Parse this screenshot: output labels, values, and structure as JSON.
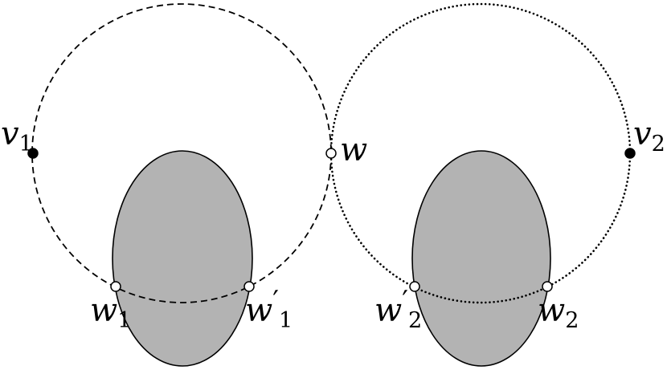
{
  "diagram": {
    "colors": {
      "region_fill": "#b3b3b3",
      "stroke": "#000000",
      "filled_vertex": "#000000",
      "open_vertex": "#ffffff",
      "background": "#ffffff"
    },
    "curve_styles": {
      "left_circle": "dashed",
      "right_circle": "dotted"
    },
    "labels": {
      "v1": {
        "main": "v",
        "sub": "1"
      },
      "v2": {
        "main": "v",
        "sub": "2"
      },
      "w": {
        "main": "w"
      },
      "w1": {
        "main": "w",
        "sub": "1"
      },
      "w1p": {
        "main": "w",
        "prime": "′",
        "sub": "1"
      },
      "w2": {
        "main": "w",
        "sub": "2"
      },
      "w2p": {
        "main": "w",
        "prime": "′",
        "sub": "2"
      }
    }
  }
}
